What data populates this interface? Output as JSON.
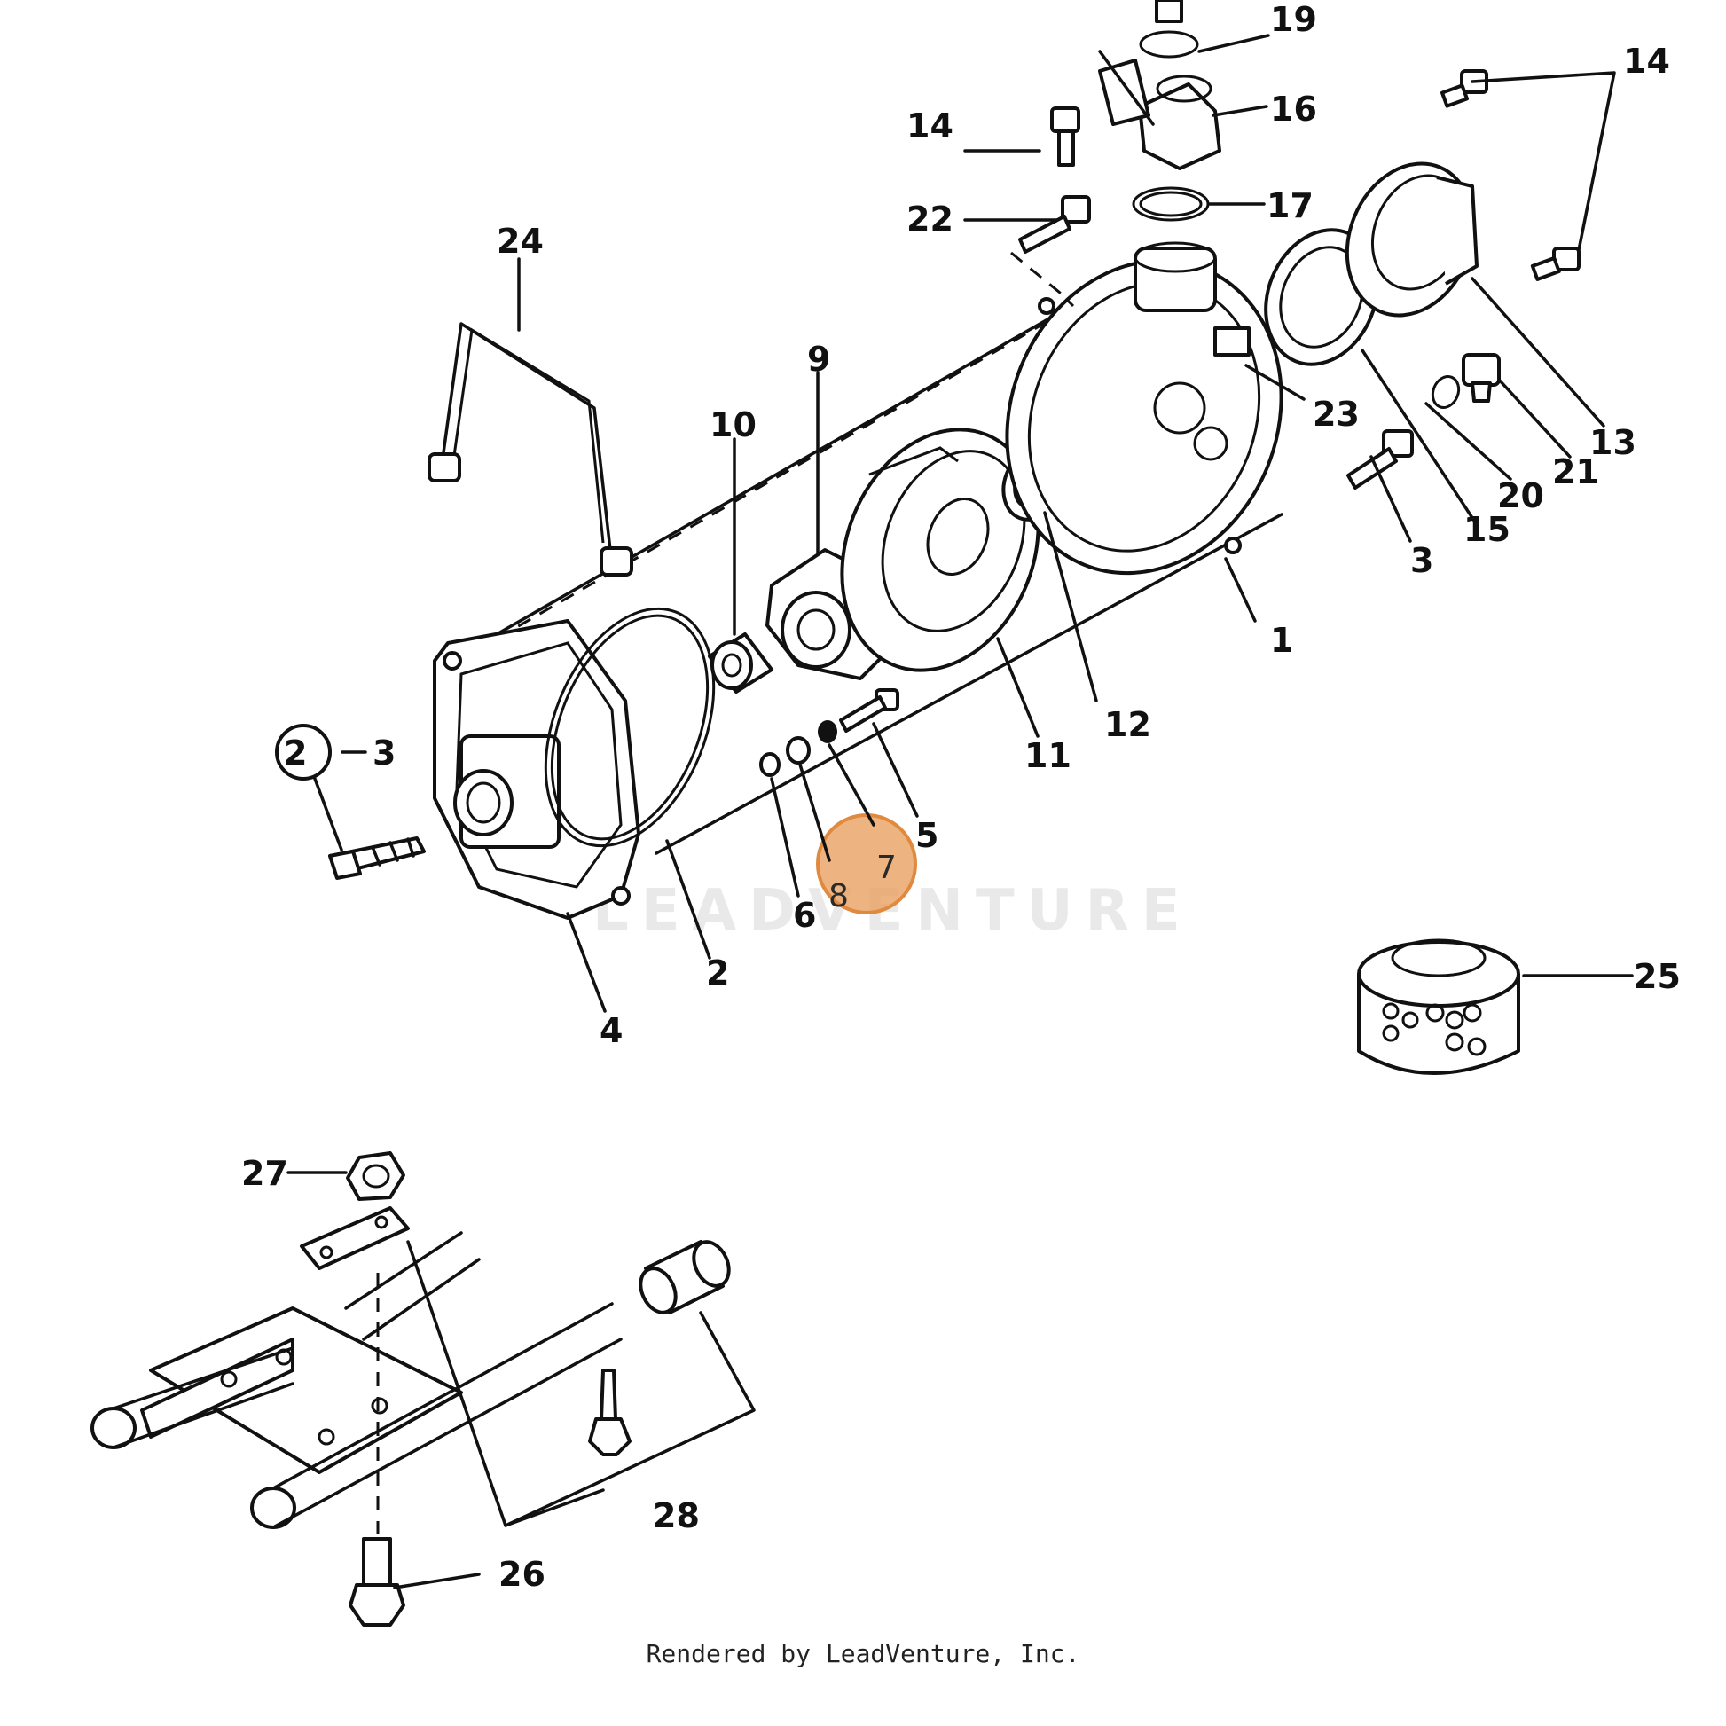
{
  "diagram": {
    "callouts": [
      {
        "id": "c1",
        "text": "1"
      },
      {
        "id": "c2a",
        "text": "2"
      },
      {
        "id": "c2b",
        "text": "2"
      },
      {
        "id": "c3a",
        "text": "3"
      },
      {
        "id": "c3b",
        "text": "3"
      },
      {
        "id": "c4",
        "text": "4"
      },
      {
        "id": "c5",
        "text": "5"
      },
      {
        "id": "c6",
        "text": "6"
      },
      {
        "id": "c7",
        "text": "7"
      },
      {
        "id": "c8",
        "text": "8"
      },
      {
        "id": "c9",
        "text": "9"
      },
      {
        "id": "c10",
        "text": "10"
      },
      {
        "id": "c11",
        "text": "11"
      },
      {
        "id": "c12",
        "text": "12"
      },
      {
        "id": "c13",
        "text": "13"
      },
      {
        "id": "c14a",
        "text": "14"
      },
      {
        "id": "c14b",
        "text": "14"
      },
      {
        "id": "c15",
        "text": "15"
      },
      {
        "id": "c16",
        "text": "16"
      },
      {
        "id": "c17",
        "text": "17"
      },
      {
        "id": "c19",
        "text": "19"
      },
      {
        "id": "c20",
        "text": "20"
      },
      {
        "id": "c21",
        "text": "21"
      },
      {
        "id": "c22",
        "text": "22"
      },
      {
        "id": "c23",
        "text": "23"
      },
      {
        "id": "c24",
        "text": "24"
      },
      {
        "id": "c25",
        "text": "25"
      },
      {
        "id": "c26",
        "text": "26"
      },
      {
        "id": "c27",
        "text": "27"
      },
      {
        "id": "c28",
        "text": "28"
      }
    ],
    "highlight_color": "#e8a060",
    "watermark": "LEADVENTURE"
  },
  "footer": "Rendered by LeadVenture, Inc."
}
